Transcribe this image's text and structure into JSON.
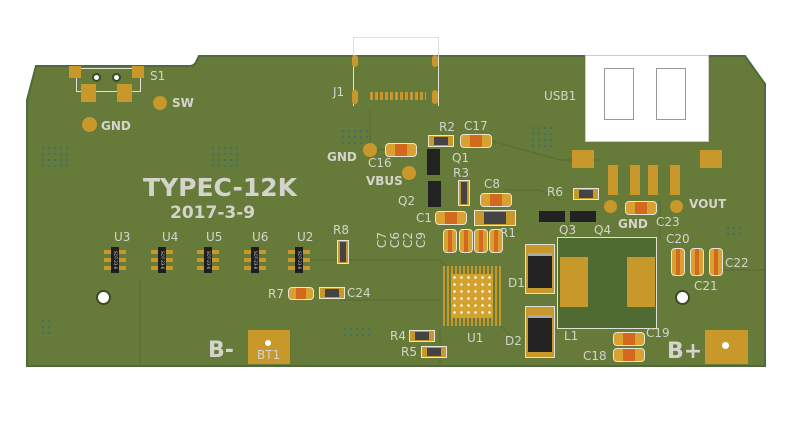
{
  "board": {
    "title": "TYPEC-12K",
    "date": "2017-3-9",
    "colors": {
      "soldermask": "#667b3a",
      "copper": "#c9982a",
      "silkscreen": "#d4d4cc"
    }
  },
  "labels": {
    "s1": "S1",
    "sw": "SW",
    "gnd1": "GND",
    "j1": "J1",
    "usb1": "USB1",
    "gnd2": "GND",
    "c16": "C16",
    "vbus": "VBUS",
    "r2": "R2",
    "c17": "C17",
    "q1": "Q1",
    "r3": "R3",
    "q2": "Q2",
    "c8": "C8",
    "c1": "C1",
    "r1": "R1",
    "c7": "C7",
    "c6": "C6",
    "c2": "C2",
    "c9": "C9",
    "r6": "R6",
    "q3": "Q3",
    "q4": "Q4",
    "gnd3": "GND",
    "c23": "C23",
    "vout": "VOUT",
    "u3": "U3",
    "u4": "U4",
    "u5": "U5",
    "u6": "U6",
    "u2": "U2",
    "r8": "R8",
    "r7": "R7",
    "c24": "C24",
    "b_minus": "B-",
    "bt1": "BT1",
    "r4": "R4",
    "r5": "R5",
    "u1": "U1",
    "d1": "D1",
    "d2": "D2",
    "l1": "L1",
    "c19": "C19",
    "c18": "C18",
    "c20": "C20",
    "c21": "C21",
    "c22": "C22",
    "b_plus": "B+"
  },
  "chip_marking": "SOT-23-6"
}
